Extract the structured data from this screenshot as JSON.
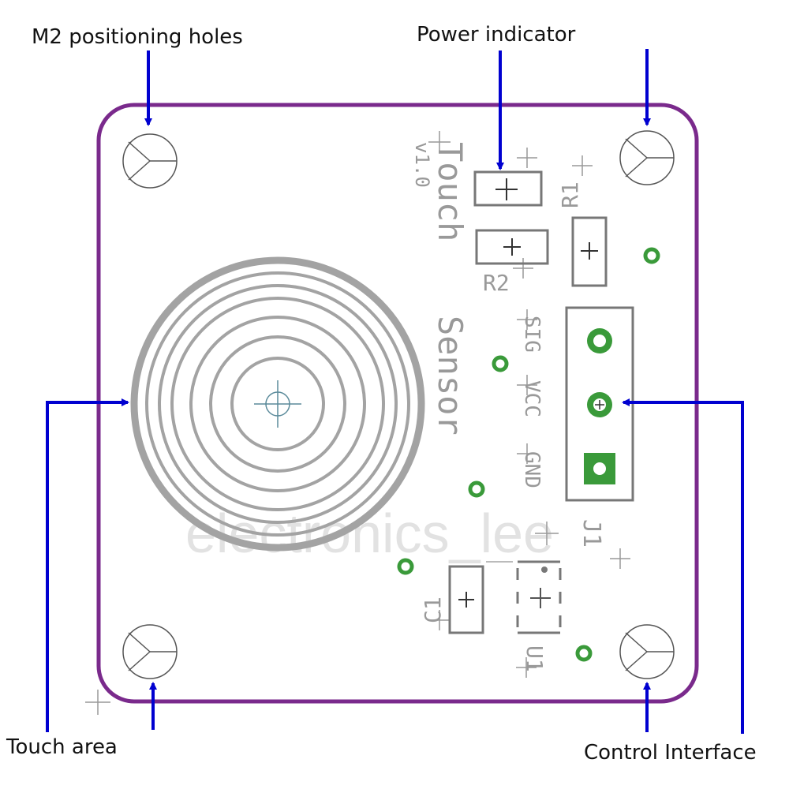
{
  "callouts": {
    "mounting_holes": "M2 positioning holes",
    "power_indicator": "Power indicator",
    "touch_area": "Touch area",
    "control_interface": "Control Interface"
  },
  "silkscreen": {
    "title_line1": "Touch",
    "title_line2": "Sensor",
    "version": "v1.0",
    "r1": "R1",
    "r2": "R2",
    "c1": "C1",
    "u1": "U1",
    "j1": "J1",
    "pin_sig": "SIG",
    "pin_vcc": "VCC",
    "pin_gnd": "GND"
  },
  "watermark": "electronics_lee",
  "colors": {
    "board_outline": "#7a2a8c",
    "arrow": "#0000d0",
    "pad": "#3a9a3a",
    "silk": "#999999"
  }
}
